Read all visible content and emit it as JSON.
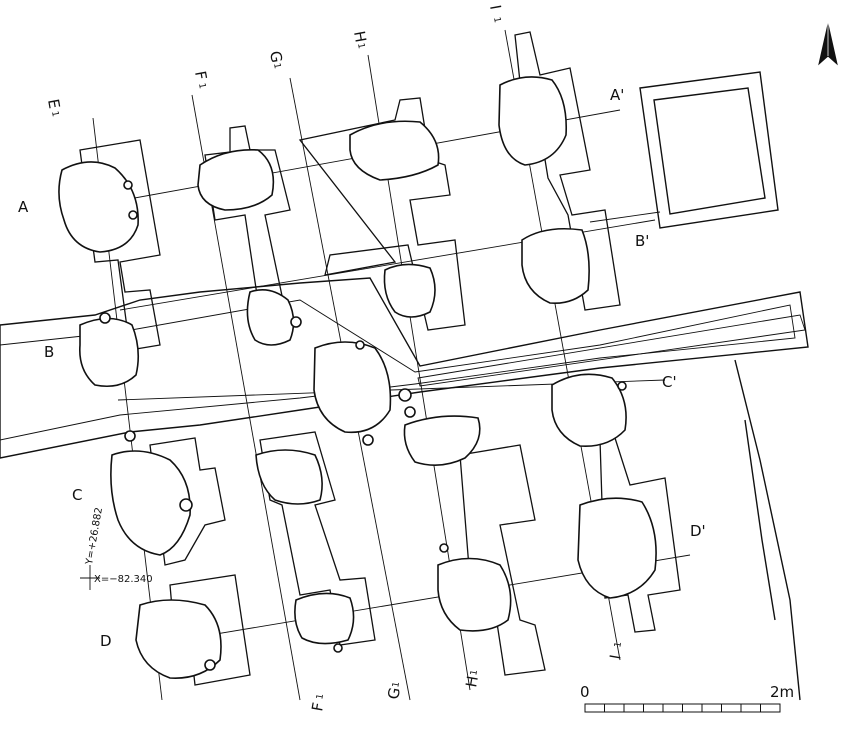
{
  "north_arrow": {
    "label": ""
  },
  "section_labels": {
    "A": "A",
    "A_prime": "A'",
    "B": "B",
    "B_prime": "B'",
    "C": "C",
    "C_prime": "C'",
    "D": "D",
    "D_prime": "D'"
  },
  "grid_labels_top": [
    "E",
    "F",
    "G",
    "H",
    "I"
  ],
  "grid_labels_bottom": [
    "F",
    "G",
    "H",
    "I"
  ],
  "grid_label_suffix": "1",
  "coordinate_marker": {
    "y_text": "Y=+26.882",
    "x_text": "X=−82.340"
  },
  "scale_bar": {
    "start": "0",
    "end": "2m",
    "length_m": 2,
    "divisions": 10
  }
}
